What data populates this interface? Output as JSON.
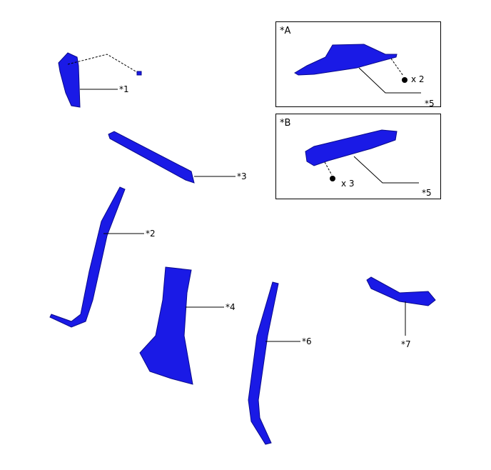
{
  "colors": {
    "part": "#1a1ae6",
    "part_dark": "#0a0a8c",
    "line": "#000000"
  },
  "parts": [
    {
      "label": "*1"
    },
    {
      "label": "*2"
    },
    {
      "label": "*3"
    },
    {
      "label": "*4"
    },
    {
      "label": "*6"
    },
    {
      "label": "*7"
    }
  ],
  "insets": [
    {
      "title": "*A",
      "part_label": "*5",
      "qty": "x 2"
    },
    {
      "title": "*B",
      "part_label": "*5",
      "qty": "x 3"
    }
  ]
}
